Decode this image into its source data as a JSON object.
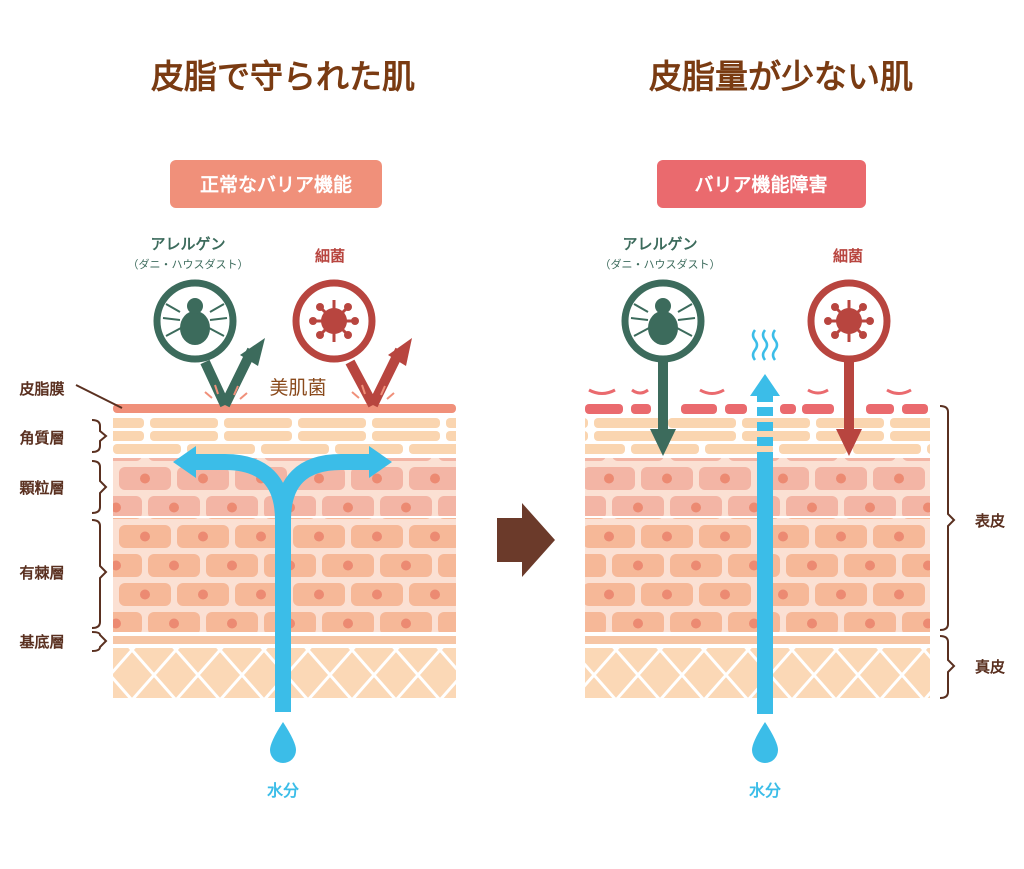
{
  "titles": {
    "left": "皮脂で守られた肌",
    "right": "皮脂量が少ない肌"
  },
  "badges": {
    "left": "正常なバリア機能",
    "right": "バリア機能障害"
  },
  "left_panel": {
    "allergen": "アレルゲン",
    "allergen_sub": "（ダニ・ハウスダスト）",
    "bacteria": "細菌",
    "good_bacteria": "美肌菌",
    "water": "水分"
  },
  "right_panel": {
    "allergen": "アレルゲン",
    "allergen_sub": "（ダニ・ハウスダスト）",
    "bacteria": "細菌",
    "water": "水分"
  },
  "layers": {
    "sebum": "皮脂膜",
    "corneum": "角質層",
    "granular": "顆粒層",
    "spinous": "有棘層",
    "basal": "基底層",
    "epidermis": "表皮",
    "dermis": "真皮"
  },
  "colors": {
    "title": "#7a3b12",
    "allergen": "#3c6b5c",
    "bacteria": "#b8453f",
    "water": "#3bbde8",
    "badge_normal": "#f0907a",
    "badge_damaged": "#ea6a6e"
  }
}
